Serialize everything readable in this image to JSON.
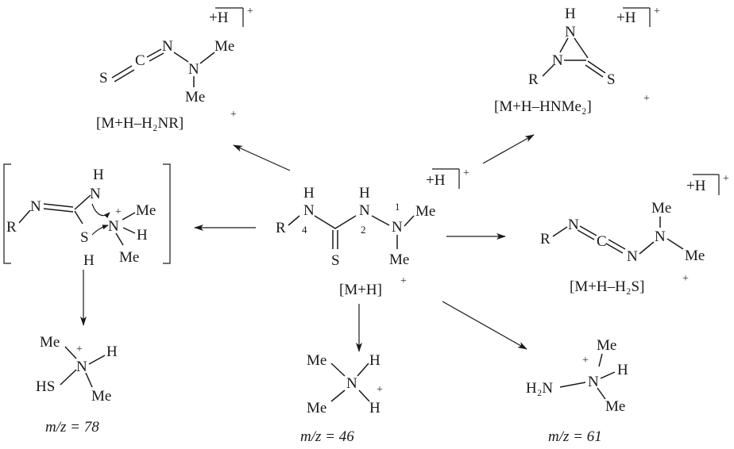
{
  "center": {
    "atoms": {
      "h1": "H",
      "h2": "H",
      "n1": "N",
      "n2": "N",
      "n3": "N",
      "r": "R",
      "me_top": "Me",
      "me_bot": "Me",
      "s": "S"
    },
    "locants": {
      "four": "4",
      "two": "2",
      "one": "1"
    },
    "proton": "+H",
    "charge": "+",
    "label": "[M+H]",
    "label_sup": "+"
  },
  "top_left": {
    "atoms": {
      "s": "S",
      "c": "C",
      "n1": "N",
      "n2": "N",
      "me_top": "Me",
      "me_bot": "Me"
    },
    "proton": "+H",
    "charge": "+",
    "label": "[M+H–H₂NR]",
    "label_sup": "+"
  },
  "top_right": {
    "atoms": {
      "h": "H",
      "n_top": "N",
      "n_bot": "N",
      "r": "R",
      "s": "S"
    },
    "proton": "+H",
    "charge": "+",
    "label": "[M+H–HNMe₂]",
    "label_sup": "+"
  },
  "right_mid": {
    "atoms": {
      "r": "R",
      "n1": "N",
      "c": "C",
      "n2": "N",
      "n3": "N",
      "me_top": "Me",
      "me_bot": "Me"
    },
    "proton": "+H",
    "charge": "+",
    "label": "[M+H–H₂S]",
    "label_sup": "+"
  },
  "left_mid": {
    "atoms": {
      "n_imine": "N",
      "r": "R",
      "h_top": "H",
      "n_ring": "N",
      "s": "S",
      "h_s": "H",
      "n_plus": "N",
      "plus": "+",
      "me_top": "Me",
      "h_right": "H",
      "me_bot": "Me"
    }
  },
  "bottom_left": {
    "atoms": {
      "me": "Me",
      "plus": "+",
      "h": "H",
      "hs": "HS",
      "n": "N",
      "me_bot": "Me"
    },
    "mz": "m/z = 78"
  },
  "bottom_mid": {
    "atoms": {
      "me_top": "Me",
      "h_top": "H",
      "n": "N",
      "plus": "+",
      "me_bot": "Me",
      "h_bot": "H"
    },
    "mz": "m/z = 46"
  },
  "bottom_right": {
    "atoms": {
      "me_top": "Me",
      "plus": "+",
      "h2n": "H₂N",
      "n": "N",
      "h": "H",
      "me_bot": "Me"
    },
    "mz": "m/z = 61"
  }
}
